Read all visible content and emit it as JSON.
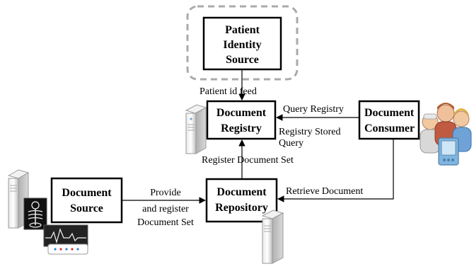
{
  "actors": {
    "patient_identity_source": [
      "Patient",
      "Identity",
      "Source"
    ],
    "document_registry": [
      "Document",
      "Registry"
    ],
    "document_consumer": [
      "Document",
      "Consumer"
    ],
    "document_source": [
      "Document",
      "Source"
    ],
    "document_repository": [
      "Document",
      "Repository"
    ]
  },
  "transactions": {
    "patient_id_feed": "Patient id feed",
    "query_registry": "Query Registry",
    "registry_stored_query": [
      "Registry Stored",
      "Query"
    ],
    "register_document_set": "Register Document Set",
    "provide_and_register": [
      "Provide",
      "and register",
      "Document Set"
    ],
    "retrieve_document": "Retrieve Document"
  },
  "icons": [
    "server-icon",
    "users-icon",
    "pda-icon",
    "xray-icon",
    "monitor-icon",
    "server-tower-icon"
  ]
}
